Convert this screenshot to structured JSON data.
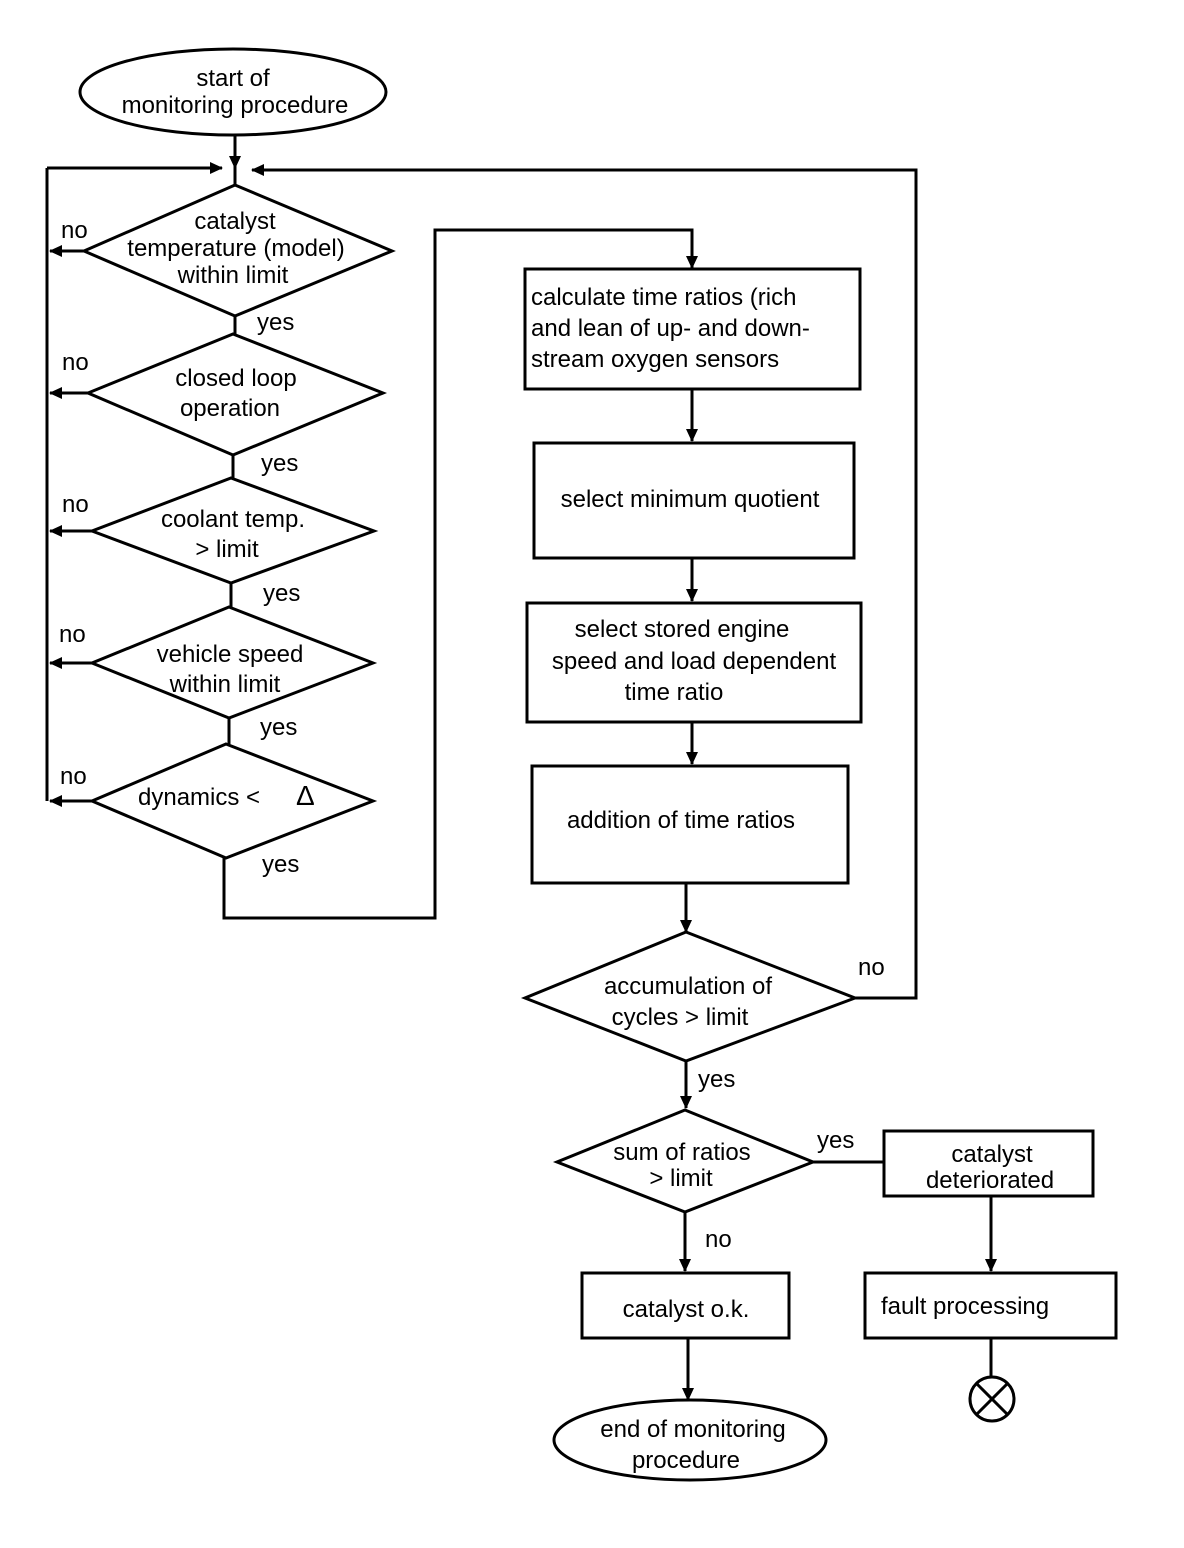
{
  "nodes": {
    "start": [
      "start of",
      "monitoring procedure"
    ],
    "d_catalyst_temp": [
      "catalyst",
      "temperature (model)",
      "within limit"
    ],
    "d_closed_loop": [
      "closed loop",
      "operation"
    ],
    "d_coolant": [
      "coolant temp.",
      "> limit"
    ],
    "d_speed": [
      "vehicle speed",
      "within limit"
    ],
    "d_dynamics": [
      "dynamics <",
      "Δ"
    ],
    "p_calculate": [
      "calculate time ratios (rich",
      "and lean of up- and down-",
      "stream oxygen sensors"
    ],
    "p_select_min": [
      "select minimum quotient"
    ],
    "p_select_stored": [
      "select stored engine",
      "speed and load dependent",
      "time ratio"
    ],
    "p_addition": [
      "addition of time ratios"
    ],
    "d_accumulation": [
      "accumulation of",
      "cycles  > limit"
    ],
    "d_sum": [
      "sum of ratios",
      "> limit"
    ],
    "p_deteriorated": [
      "catalyst",
      "deteriorated"
    ],
    "p_ok": [
      "catalyst o.k."
    ],
    "p_fault": [
      "fault processing"
    ],
    "end": [
      "end of monitoring",
      "procedure"
    ]
  },
  "edge_labels": {
    "yes": "yes",
    "no": "no"
  },
  "terminator_symbol": "circled-x-icon"
}
